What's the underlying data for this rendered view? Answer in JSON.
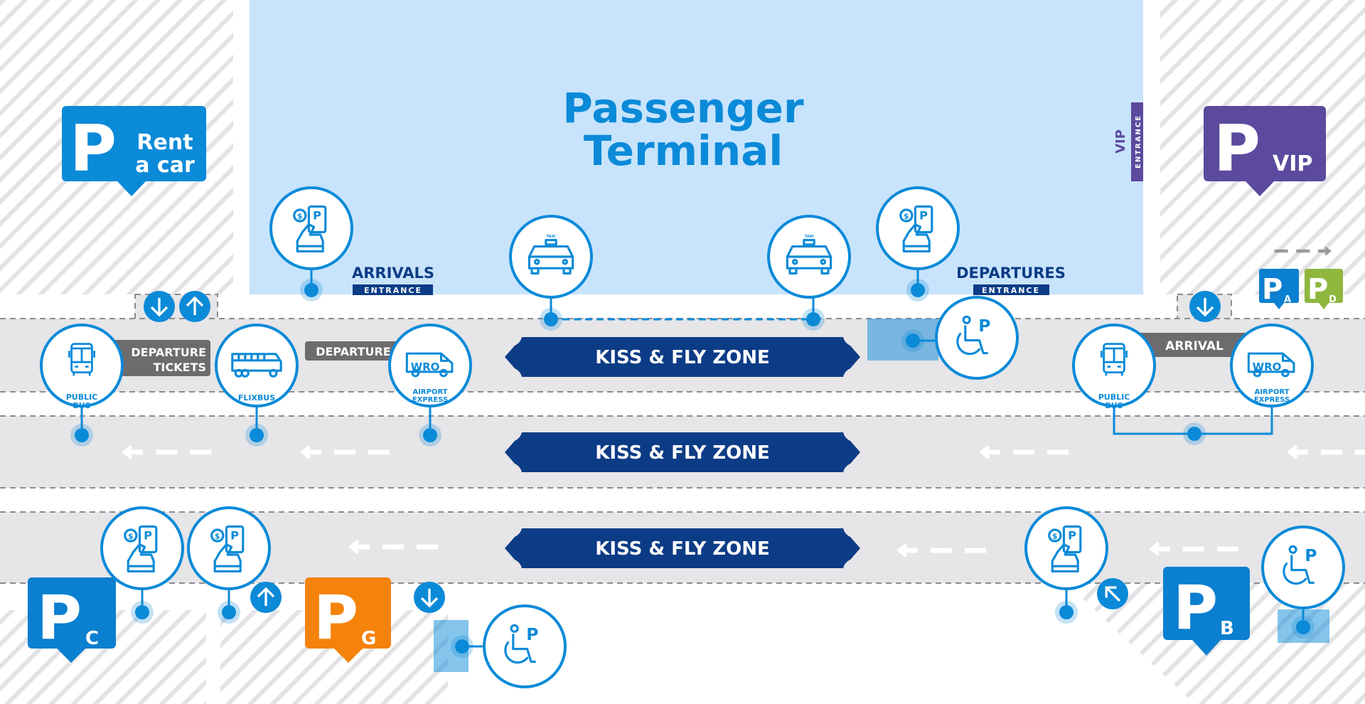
{
  "terminal": {
    "title_line1": "Passenger",
    "title_line2": "Terminal",
    "vip_label": "VIP",
    "vip_entrance": "ENTRANCE"
  },
  "entrances": {
    "arrivals": {
      "label": "ARRIVALS",
      "sub": "ENTRANCE"
    },
    "departures": {
      "label": "DEPARTURES",
      "sub": "ENTRANCE"
    }
  },
  "parking": {
    "rent_a_car": {
      "letter": "P",
      "line1": "Rent",
      "line2": "a car",
      "color": "#0b8ad8"
    },
    "vip": {
      "letter": "P",
      "sub": "VIP",
      "color": "#5b4a9e"
    },
    "a": {
      "letter": "P",
      "sub": "A",
      "color": "#0b7fd0"
    },
    "d": {
      "letter": "P",
      "sub": "D",
      "color": "#8fb73e"
    },
    "b": {
      "letter": "P",
      "sub": "B",
      "color": "#0b7fd0"
    },
    "c": {
      "letter": "P",
      "sub": "C",
      "color": "#0b7fd0"
    },
    "g": {
      "letter": "P",
      "sub": "G",
      "color": "#f5820a"
    }
  },
  "zones": {
    "kiss_fly_1": "KISS & FLY ZONE",
    "kiss_fly_2": "KISS & FLY ZONE",
    "kiss_fly_3": "KISS & FLY ZONE",
    "color": "#0d3c86"
  },
  "labels": {
    "departure_tickets_1": "DEPARTURE",
    "departure_tickets_2": "TICKETS",
    "departure": "DEPARTURE",
    "arrival": "ARRIVAL"
  },
  "transport": {
    "public_bus_left_1": "PUBLIC",
    "public_bus_left_2": "BUS",
    "flixbus": "FLIXBUS",
    "wro_left": "WRO",
    "airport_express_left_1": "AIRPORT",
    "airport_express_left_2": "EXPRESS",
    "public_bus_right_1": "PUBLIC",
    "public_bus_right_2": "BUS",
    "wro_right": "WRO",
    "airport_express_right_1": "AIRPORT",
    "airport_express_right_2": "EXPRESS",
    "taxi": "TAXI"
  },
  "icons": [
    "pay-parking-icon",
    "taxi-icon",
    "bus-icon",
    "coach-icon",
    "van-icon",
    "wheelchair-parking-icon",
    "arrow-down-icon",
    "arrow-up-icon",
    "arrow-up-left-icon",
    "dashed-arrow-left-icon",
    "dashed-arrow-right-icon"
  ],
  "colors": {
    "accent": "#0b8ad8",
    "terminal": "#c8e4fc",
    "road": "#e6e5e8",
    "label_bg": "#6d6b6e"
  }
}
